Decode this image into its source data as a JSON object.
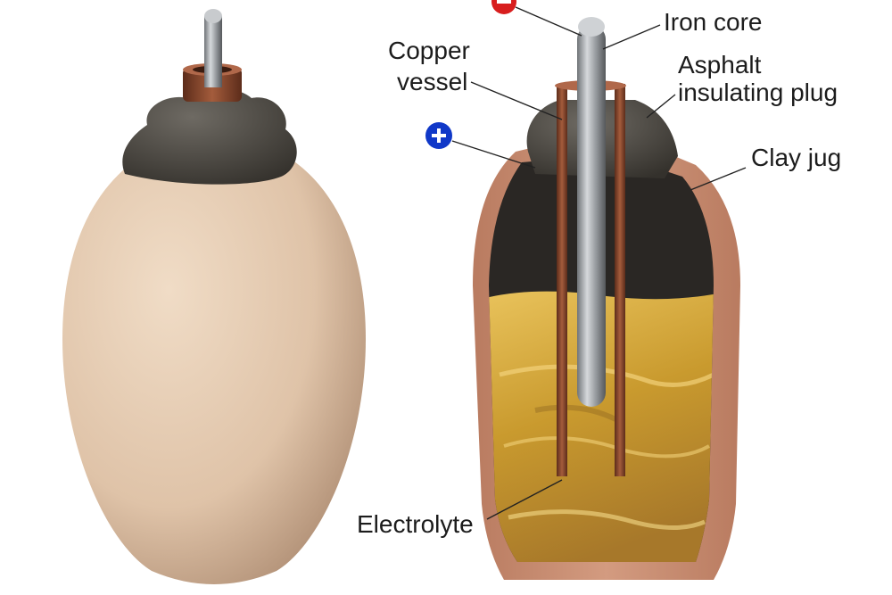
{
  "labels": {
    "iron_core": "Iron core",
    "copper_vessel_1": "Copper",
    "copper_vessel_2": "vessel",
    "asphalt_1": "Asphalt",
    "asphalt_2": "insulating plug",
    "clay_jug": "Clay jug",
    "electrolyte": "Electrolyte"
  },
  "terminals": {
    "negative": "−",
    "positive": "+"
  },
  "colors": {
    "clay": "#e2c7ae",
    "clay_shadow": "#a8866c",
    "clay_wall": "#c98f72",
    "asphalt": "#4a4640",
    "copper": "#8a4a30",
    "iron": "#8e9296",
    "electrolyte": "#d4a93e",
    "negative_terminal": "#d81e1e",
    "positive_terminal": "#1038c8"
  }
}
